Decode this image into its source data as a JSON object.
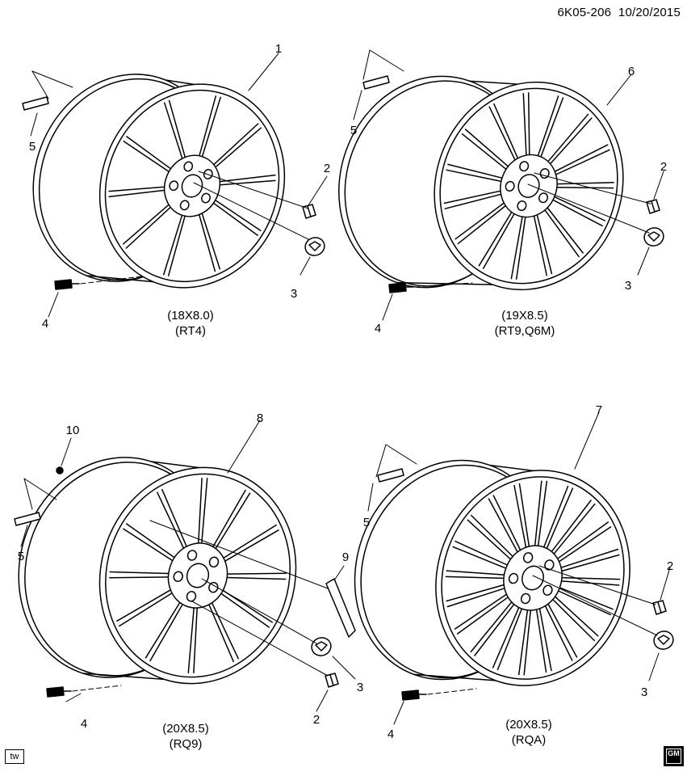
{
  "header": {
    "code": "6K05-206",
    "date": "10/20/2015"
  },
  "captions": {
    "wheel_1": {
      "size": "(18X8.0)",
      "code": "(RT4)"
    },
    "wheel_6": {
      "size": "(19X8.5)",
      "code": "(RT9,Q6M)"
    },
    "wheel_8": {
      "size": "(20X8.5)",
      "code": "(RQ9)"
    },
    "wheel_7": {
      "size": "(20X8.5)",
      "code": "(RQA)"
    }
  },
  "callouts": {
    "q1": {
      "wheel": "1",
      "lug_nut": "2",
      "center_cap": "3",
      "valve": "4",
      "weight": "5"
    },
    "q2": {
      "wheel": "6",
      "lug_nut": "2",
      "center_cap": "3",
      "valve": "4",
      "weight": "5"
    },
    "q3": {
      "wheel": "8",
      "lug_nut": "2",
      "center_cap": "3",
      "valve": "4",
      "weight": "5",
      "insert": "9",
      "small_nut": "10"
    },
    "q4": {
      "wheel": "7",
      "lug_nut": "2",
      "center_cap": "3",
      "valve": "4",
      "weight": "5"
    }
  },
  "footer": {
    "tw_label": "tw",
    "brand_label": "GM"
  },
  "colors": {
    "line": "#000000",
    "background": "#ffffff"
  }
}
